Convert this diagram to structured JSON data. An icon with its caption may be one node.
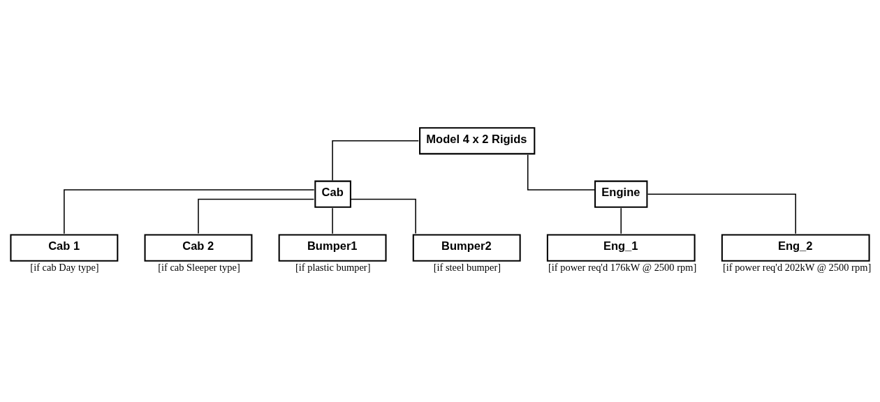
{
  "diagram": {
    "nodes": [
      {
        "text": [
          "Model 4 x 2 Rigids"
        ]
      },
      {
        "text": [
          "Cab"
        ]
      },
      {
        "text": [
          "Engine"
        ]
      },
      {
        "text": [
          "Cab 1"
        ],
        "beside": [
          "[if cab Day type]"
        ]
      },
      {
        "text": [
          "Cab 2"
        ],
        "beside": [
          "[if cab Sleeper type]"
        ]
      },
      {
        "text": [
          "Bumper1"
        ],
        "beside": [
          "[if plastic bumper]"
        ]
      },
      {
        "text": [
          "Bumper2"
        ],
        "beside": [
          "[if steel bumper]"
        ]
      },
      {
        "text": [
          "Eng_1"
        ],
        "beside": [
          "[if power req'd 176kW @ 2500 rpm]"
        ]
      },
      {
        "text": [
          "Eng_2"
        ],
        "beside": [
          "[if power req'd 202kW @ 2500 rpm]"
        ]
      }
    ],
    "edges": [
      {
        "from": 0,
        "to": 1,
        "arrow": "none"
      },
      {
        "from": 0,
        "to": 2,
        "arrow": "none"
      },
      {
        "from": 1,
        "to": 3,
        "arrow": "none"
      },
      {
        "from": 1,
        "to": 4,
        "arrow": "none"
      },
      {
        "from": 1,
        "to": 5,
        "arrow": "none"
      },
      {
        "from": 1,
        "to": 6,
        "arrow": "none"
      },
      {
        "from": 2,
        "to": 7,
        "arrow": "none"
      },
      {
        "from": 2,
        "to": 8,
        "arrow": "none"
      }
    ]
  }
}
